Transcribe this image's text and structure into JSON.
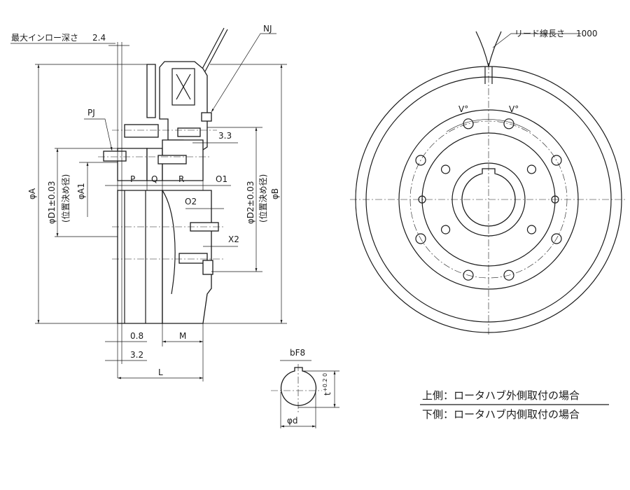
{
  "drawing": {
    "max_spigot_depth_label": "最大インロー深さ",
    "max_spigot_depth_value": "2.4",
    "nj_label": "NJ",
    "pj_label": "PJ",
    "dim_3_3": "3.3",
    "phi_d1": "φD1±0.03",
    "positioning_dia_1": "(位置決め径)",
    "phi_a1": "φA1",
    "phi_a": "φA",
    "p": "P",
    "q": "Q",
    "r": "R",
    "o1": "O1",
    "o2": "O2",
    "x2": "X2",
    "phi_d2": "φD2±0.03",
    "positioning_dia_2": "(位置決め径)",
    "phi_b": "φB",
    "dim_0_8": "0.8",
    "dim_3_2": "3.2",
    "m": "M",
    "l": "L",
    "lead_wire_label": "リード線長さ",
    "lead_wire_value": "1000",
    "v_angle_left": "V°",
    "v_angle_right": "V°",
    "key_width": "bF8",
    "key_depth": "t",
    "key_depth_tol": "+0.2 0",
    "bore_dia": "φd"
  },
  "notes": {
    "upper": "上側：ロータハブ外側取付の場合",
    "lower": "下側：ロータハブ内側取付の場合"
  }
}
